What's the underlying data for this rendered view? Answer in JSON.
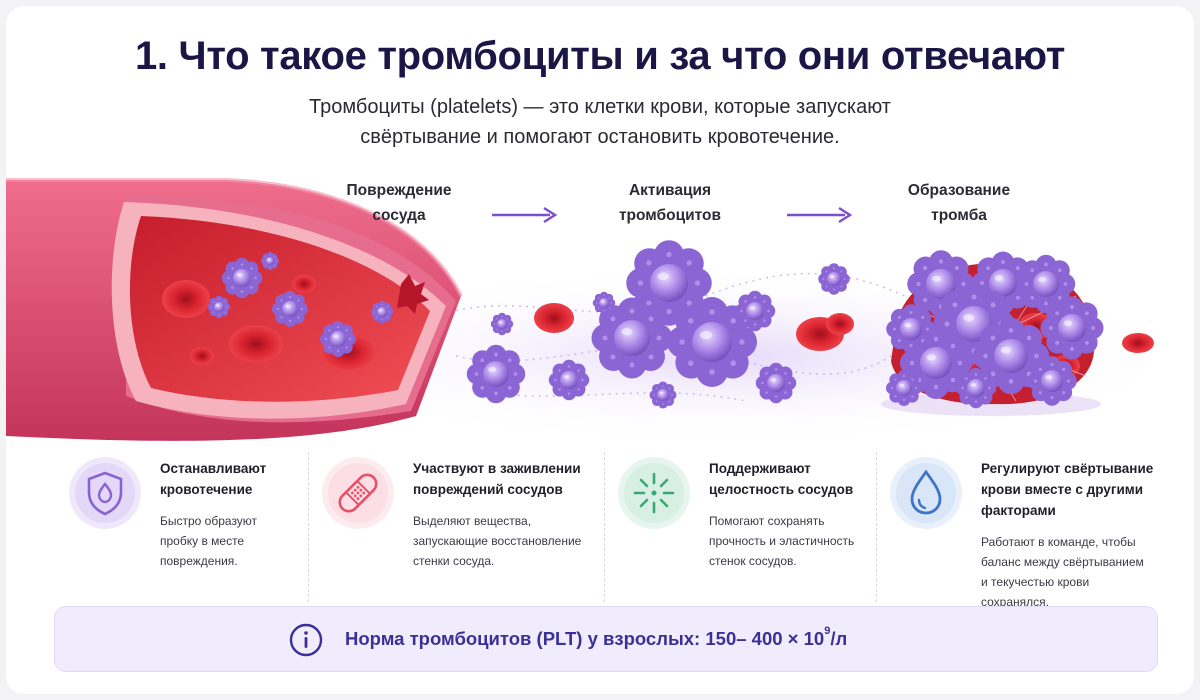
{
  "header": {
    "title": "1. Что такое тромбоциты и за что они отвечают",
    "subtitle_line1": "Тромбоциты (platelets) — это клетки крови, которые запускают",
    "subtitle_line2": "свёртывание и помогают остановить кровотечение."
  },
  "steps": [
    {
      "line1": "Повреждение",
      "line2": "сосуда"
    },
    {
      "line1": "Активация",
      "line2": "тромбоцитов"
    },
    {
      "line1": "Образование",
      "line2": "тромба"
    }
  ],
  "features": [
    {
      "icon": "shield-drop-icon",
      "title_lines": [
        "Останавливают",
        "кровотечение"
      ],
      "desc_lines": [
        "Быстро образуют",
        "пробку в месте",
        "повреждения."
      ],
      "color": "#8a63d2"
    },
    {
      "icon": "bandage-icon",
      "title_lines": [
        "Участвуют в заживлении",
        "повреждений сосудов"
      ],
      "desc_lines": [
        "Выделяют вещества,",
        "запускающие восстановление",
        "стенки сосуда."
      ],
      "color": "#e8506a"
    },
    {
      "icon": "burst-icon",
      "title_lines": [
        "Поддерживают",
        "целостность сосудов"
      ],
      "desc_lines": [
        "Помогают сохранять",
        "прочность и эластичность",
        "стенок сосудов."
      ],
      "color": "#3ba873"
    },
    {
      "icon": "water-drop-icon",
      "title_lines": [
        "Регулируют свёртывание",
        "крови вместе с другими",
        "факторами"
      ],
      "desc_lines": [
        "Работают в команде, чтобы",
        "баланс между свёртыванием",
        "и текучестью крови",
        "сохранялся."
      ],
      "color": "#3d74c9"
    }
  ],
  "norm": {
    "icon": "info-icon",
    "text_main": "Норма тромбоцитов (PLT) у взрослых: 150– 400 × 10",
    "exponent": "9",
    "text_unit": "/л"
  },
  "colors": {
    "title": "#1b1646",
    "accent_purple": "#7a4fd0",
    "vessel_pink": "#e0537a",
    "blood_red": "#d8232f",
    "platelet_violet": "#a884e6"
  }
}
